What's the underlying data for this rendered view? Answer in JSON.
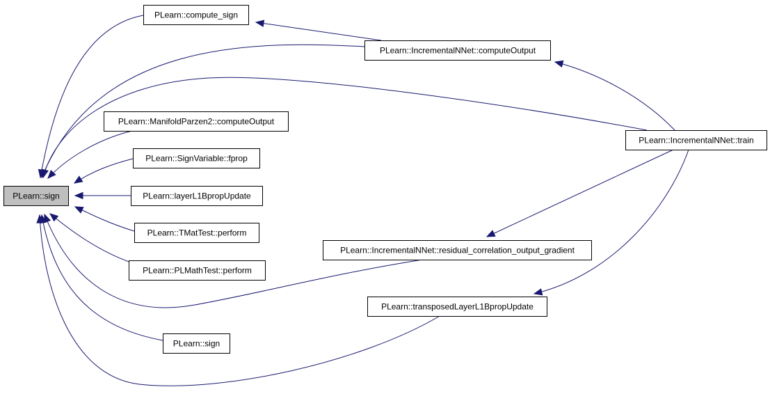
{
  "graph": {
    "type": "caller-graph",
    "colors": {
      "edge": "#191970",
      "root_fill": "#bfbfbf",
      "node_fill": "#ffffff",
      "node_border": "#000000"
    },
    "nodes": [
      {
        "id": "sign_root",
        "label": "PLearn::sign",
        "root": true
      },
      {
        "id": "compute_sign",
        "label": "PLearn::compute_sign"
      },
      {
        "id": "inn_computeOutput",
        "label": "PLearn::IncrementalNNet::computeOutput"
      },
      {
        "id": "mp2_computeOutput",
        "label": "PLearn::ManifoldParzen2::computeOutput"
      },
      {
        "id": "signvar_fprop",
        "label": "PLearn::SignVariable::fprop"
      },
      {
        "id": "layerL1",
        "label": "PLearn::layerL1BpropUpdate"
      },
      {
        "id": "tmattest",
        "label": "PLearn::TMatTest::perform"
      },
      {
        "id": "plmathtest",
        "label": "PLearn::PLMathTest::perform"
      },
      {
        "id": "inn_train",
        "label": "PLearn::IncrementalNNet::train"
      },
      {
        "id": "inn_residual",
        "label": "PLearn::IncrementalNNet::residual_correlation_output_gradient"
      },
      {
        "id": "transposedL1",
        "label": "PLearn::transposedLayerL1BpropUpdate"
      },
      {
        "id": "sign2",
        "label": "PLearn::sign"
      }
    ],
    "edges": [
      {
        "from": "compute_sign",
        "to": "sign_root"
      },
      {
        "from": "inn_computeOutput",
        "to": "sign_root"
      },
      {
        "from": "inn_computeOutput",
        "to": "compute_sign"
      },
      {
        "from": "inn_train",
        "to": "sign_root"
      },
      {
        "from": "inn_train",
        "to": "inn_computeOutput"
      },
      {
        "from": "inn_train",
        "to": "inn_residual"
      },
      {
        "from": "inn_train",
        "to": "transposedL1"
      },
      {
        "from": "mp2_computeOutput",
        "to": "sign_root"
      },
      {
        "from": "signvar_fprop",
        "to": "sign_root"
      },
      {
        "from": "layerL1",
        "to": "sign_root"
      },
      {
        "from": "tmattest",
        "to": "sign_root"
      },
      {
        "from": "plmathtest",
        "to": "sign_root"
      },
      {
        "from": "inn_residual",
        "to": "sign_root"
      },
      {
        "from": "transposedL1",
        "to": "sign_root"
      },
      {
        "from": "sign2",
        "to": "sign_root"
      }
    ]
  }
}
